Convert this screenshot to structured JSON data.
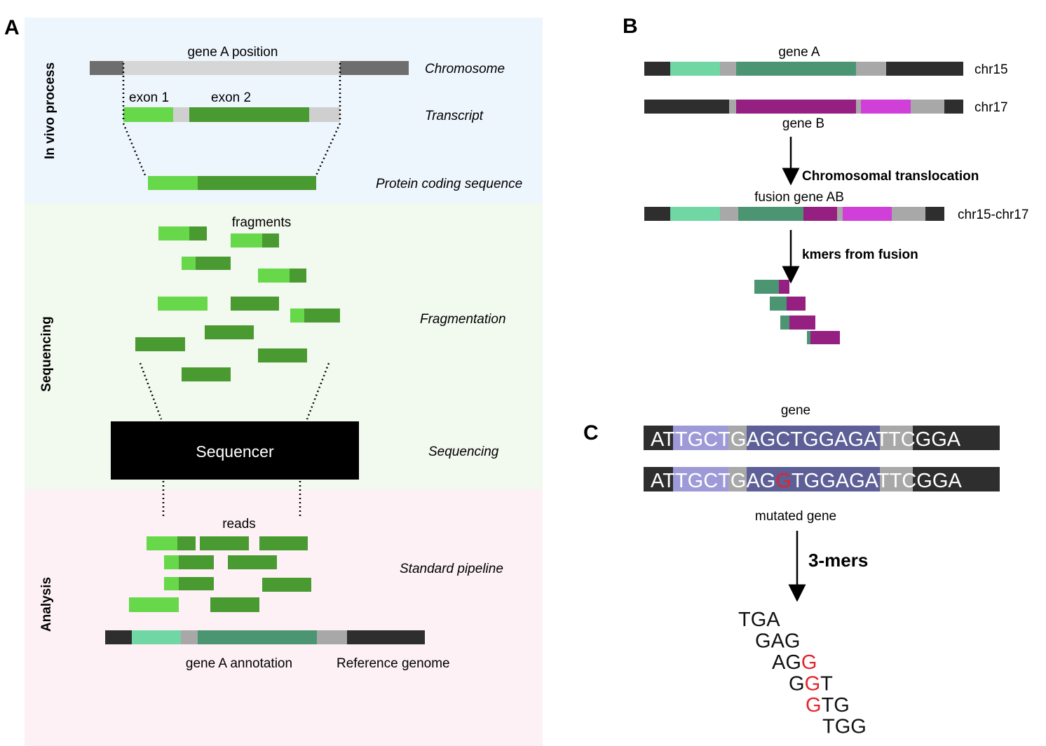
{
  "panels": {
    "a": "A",
    "b": "B",
    "c": "C"
  },
  "panel_a": {
    "sections": {
      "in_vivo": "In vivo process",
      "sequencing": "Sequencing",
      "analysis": "Analysis"
    },
    "gene_position_label": "gene A position",
    "chromosome_label": "Chromosome",
    "exon1_label": "exon 1",
    "exon2_label": "exon 2",
    "transcript_label": "Transcript",
    "protein_label": "Protein coding sequence",
    "fragments_label": "fragments",
    "fragmentation_label": "Fragmentation",
    "sequencer_label": "Sequencer",
    "sequencing_step_label": "Sequencing",
    "reads_label": "reads",
    "pipeline_label": "Standard pipeline",
    "annotation_label": "gene A annotation",
    "reference_label": "Reference genome"
  },
  "panel_b": {
    "gene_a_label": "gene A",
    "chr15_label": "chr15",
    "chr17_label": "chr17",
    "gene_b_label": "gene B",
    "translocation_label": "Chromosomal translocation",
    "fusion_label": "fusion gene AB",
    "fusion_chr_label": "chr15-chr17",
    "kmers_label": "kmers from fusion"
  },
  "panel_c": {
    "gene_label": "gene",
    "sequence": [
      "A",
      "T",
      "T",
      "G",
      "C",
      "T",
      "G",
      "A",
      "G",
      "C",
      "T",
      "G",
      "G",
      "A",
      "G",
      "A",
      "T",
      "T",
      "C",
      "G",
      "G",
      "A"
    ],
    "mutated_sequence": [
      "A",
      "T",
      "T",
      "G",
      "C",
      "T",
      "G",
      "A",
      "G",
      "G",
      "T",
      "G",
      "G",
      "A",
      "G",
      "A",
      "T",
      "T",
      "C",
      "G",
      "G",
      "A"
    ],
    "mutated_index": 9,
    "mutated_label": "mutated gene",
    "kmer_label": "3-mers",
    "kmers": [
      [
        "T",
        "G",
        "A"
      ],
      [
        "G",
        "A",
        "G"
      ],
      [
        "A",
        "G",
        "G"
      ],
      [
        "G",
        "G",
        "T"
      ],
      [
        "G",
        "T",
        "G"
      ],
      [
        "T",
        "G",
        "G"
      ]
    ],
    "kmer_mutated_pos": [
      -1,
      -1,
      2,
      1,
      0,
      -1
    ]
  },
  "colors": {
    "bg_in_vivo": "#eef6fd",
    "bg_sequencing": "#f2f9ef",
    "bg_analysis": "#fdf1f6",
    "exon_light": "#66d84a",
    "exon_dark": "#4a9a32",
    "gene_a_light": "#6fd6a4",
    "gene_a_dark": "#4c9573",
    "gene_b_dark": "#961f82",
    "gene_b_light": "#d03fd8",
    "mutation": "#e3242b",
    "seq_highlight_light": "#9e9ad8",
    "seq_highlight_dark": "#5d5f96"
  }
}
